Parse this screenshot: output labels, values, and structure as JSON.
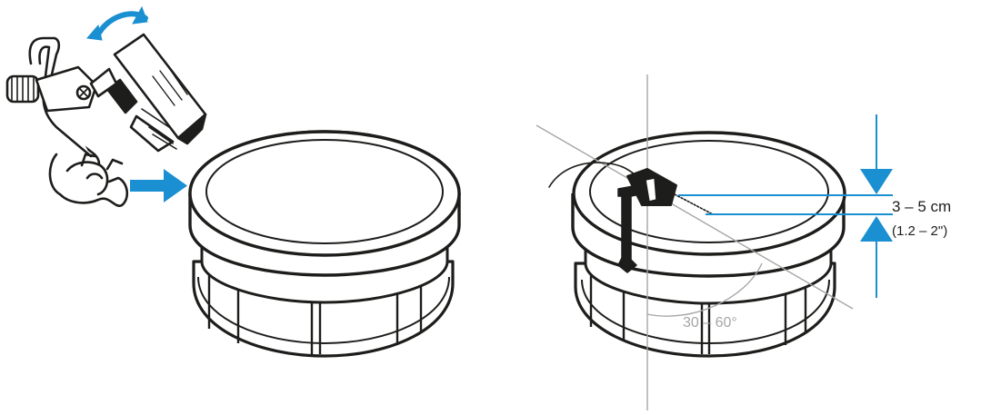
{
  "labels": {
    "distance_primary": "3 – 5 cm",
    "distance_secondary": "(1.2 – 2\")",
    "angle": "30 – 60°"
  },
  "icons": {
    "rotate_arrow": "curved-double-arrow-icon",
    "attach_arrow": "right-arrow-icon",
    "distance_arrows": "dimension-arrows-icon"
  },
  "colors": {
    "outline": "#1d1d1b",
    "accent": "#1a8fd1",
    "guide": "#a6a6a6",
    "fill": "#ffffff"
  }
}
